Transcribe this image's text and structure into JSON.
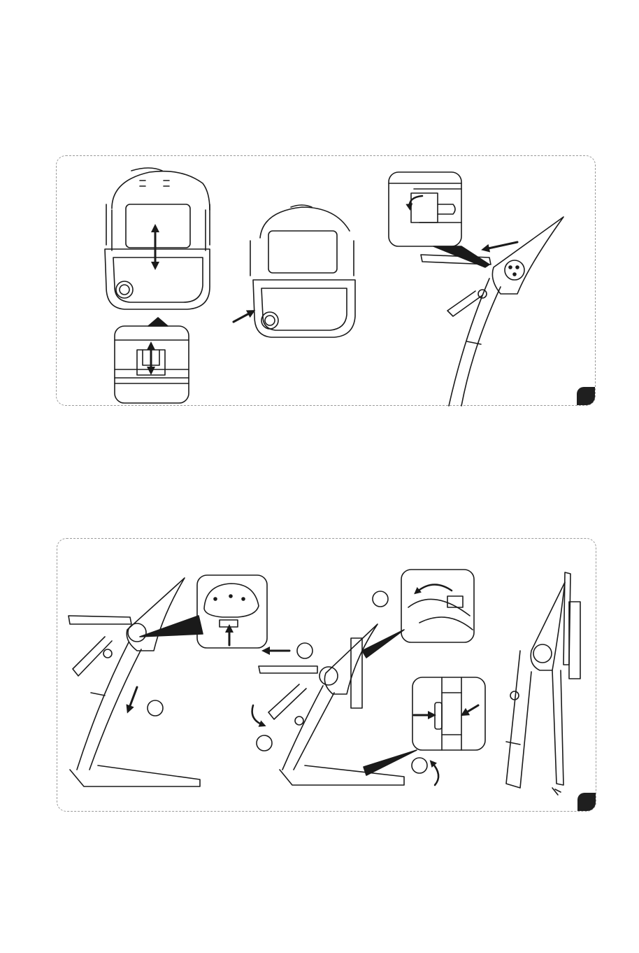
{
  "panels": [
    {
      "id": "panel-1",
      "figures": [
        "tray-adjust-front",
        "tray-clip-detail",
        "tray-attached-front",
        "frame-side-insert",
        "peg-rotate-detail"
      ],
      "step_number": ""
    },
    {
      "id": "panel-2",
      "figures": [
        "release-button-view",
        "release-button-detail",
        "folding-sequence",
        "backrest-flip-detail",
        "hinge-lock-detail",
        "folded-chair-view"
      ],
      "step_number": ""
    }
  ],
  "colors": {
    "line": "#1a1a1a",
    "dash": "#9a9a9a",
    "fill_dark": "#1f1f1f"
  }
}
